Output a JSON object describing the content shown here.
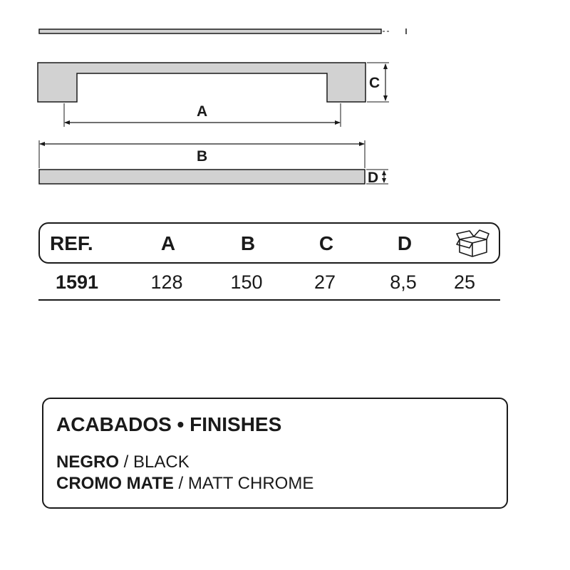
{
  "dimension_labels": {
    "a": "A",
    "b": "B",
    "c": "C",
    "d": "D"
  },
  "spec_table": {
    "headers": {
      "ref": "REF.",
      "a": "A",
      "b": "B",
      "c": "C",
      "d": "D",
      "box": "box-icon"
    },
    "rows": [
      {
        "ref": "1591",
        "a": "128",
        "b": "150",
        "c": "27",
        "d": "8,5",
        "units_per_box": "25"
      }
    ]
  },
  "finishes": {
    "title": "ACABADOS • FINISHES",
    "items": [
      {
        "es": "NEGRO",
        "separator": " / ",
        "en": "BLACK"
      },
      {
        "es": "CROMO MATE",
        "separator": " / ",
        "en": "MATT CHROME"
      }
    ]
  },
  "colors": {
    "ink": "#1a1a1a",
    "handle_fill": "#d2d2d2",
    "background": "#ffffff"
  }
}
